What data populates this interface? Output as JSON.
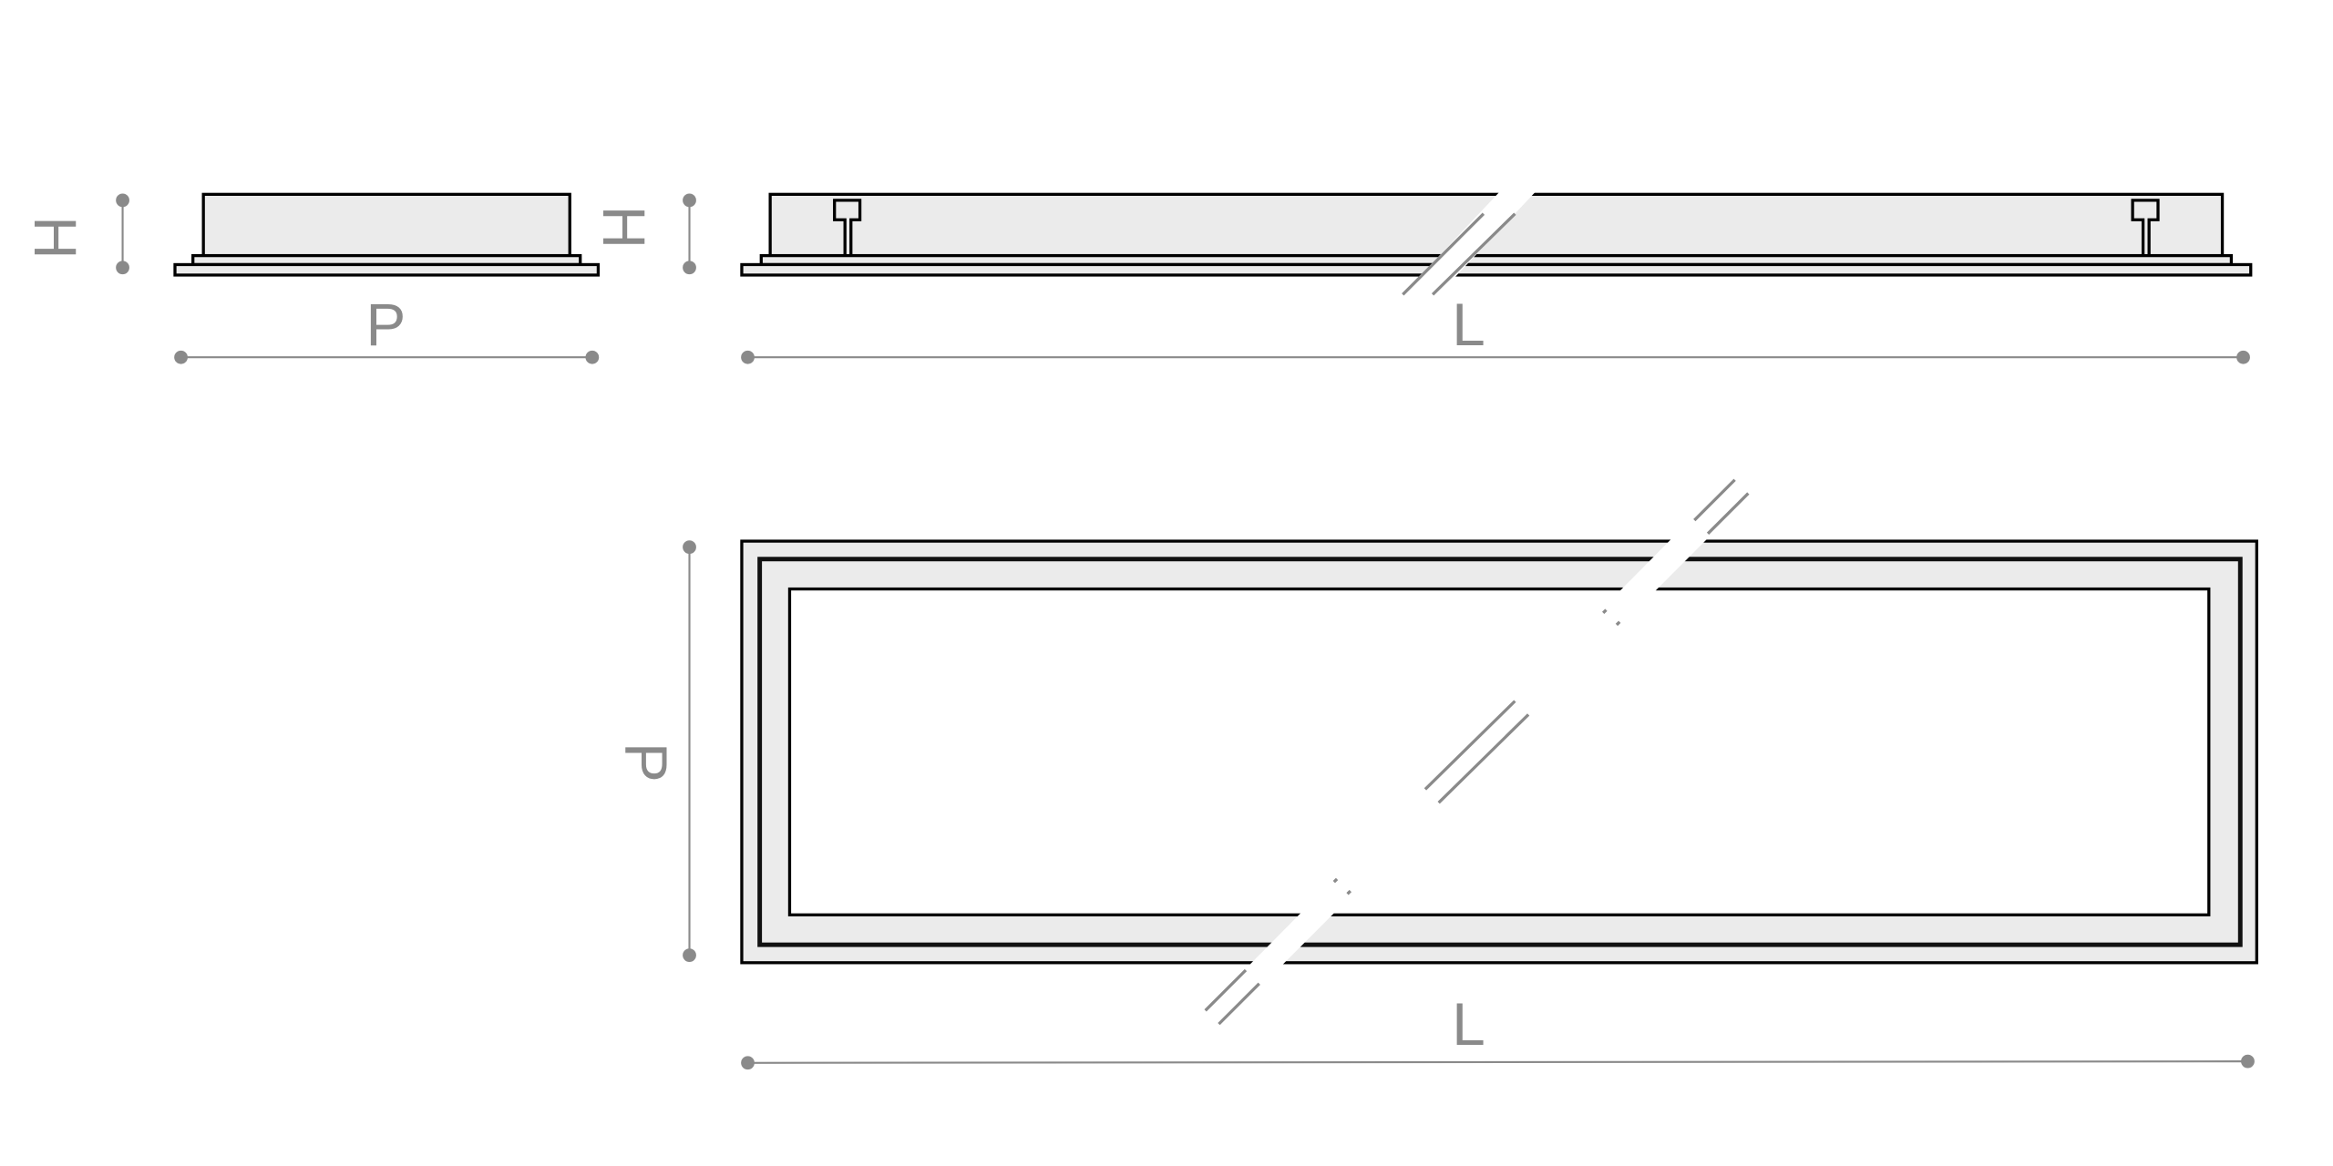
{
  "side_view_depth": {
    "height_label": "H",
    "depth_label": "P"
  },
  "side_view_length": {
    "height_label": "H",
    "length_label": "L"
  },
  "plan_view": {
    "depth_label": "P",
    "length_label": "L"
  },
  "colors": {
    "fill": "#ebebeb",
    "outline": "#000000",
    "dimension": "#8a8a8a"
  }
}
